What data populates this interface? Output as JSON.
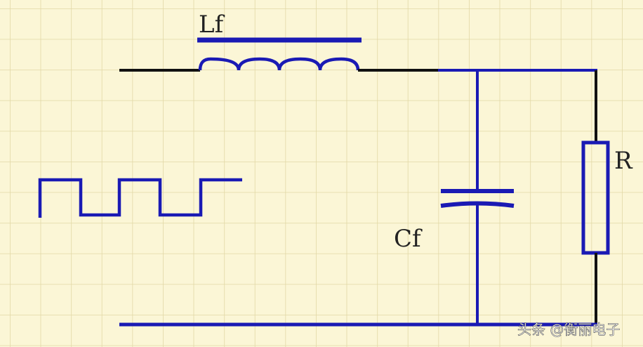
{
  "labels": {
    "inductor": "Lf",
    "capacitor": "Cf",
    "resistor": "R"
  },
  "watermark": "头条 @衡丽电子",
  "colors": {
    "background": "#fbf6d6",
    "grid": "#e2d8a6",
    "wire_blue": "#1a1ab4",
    "wire_black": "#111111",
    "label_text": "#222222",
    "watermark_text": "#ffffff"
  }
}
